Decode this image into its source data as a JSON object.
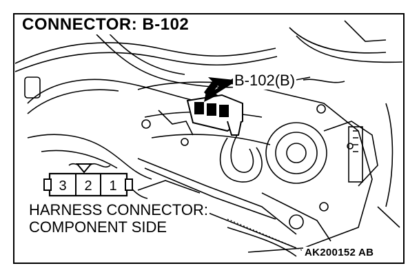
{
  "title": "CONNECTOR: B-102",
  "connector_callout": "B-102(B)",
  "harness_caption_line1": "HARNESS CONNECTOR:",
  "harness_caption_line2": "COMPONENT SIDE",
  "figure_id": "AK200152 AB",
  "pins": [
    "3",
    "2",
    "1"
  ],
  "colors": {
    "ink": "#000000",
    "paper": "#ffffff"
  }
}
